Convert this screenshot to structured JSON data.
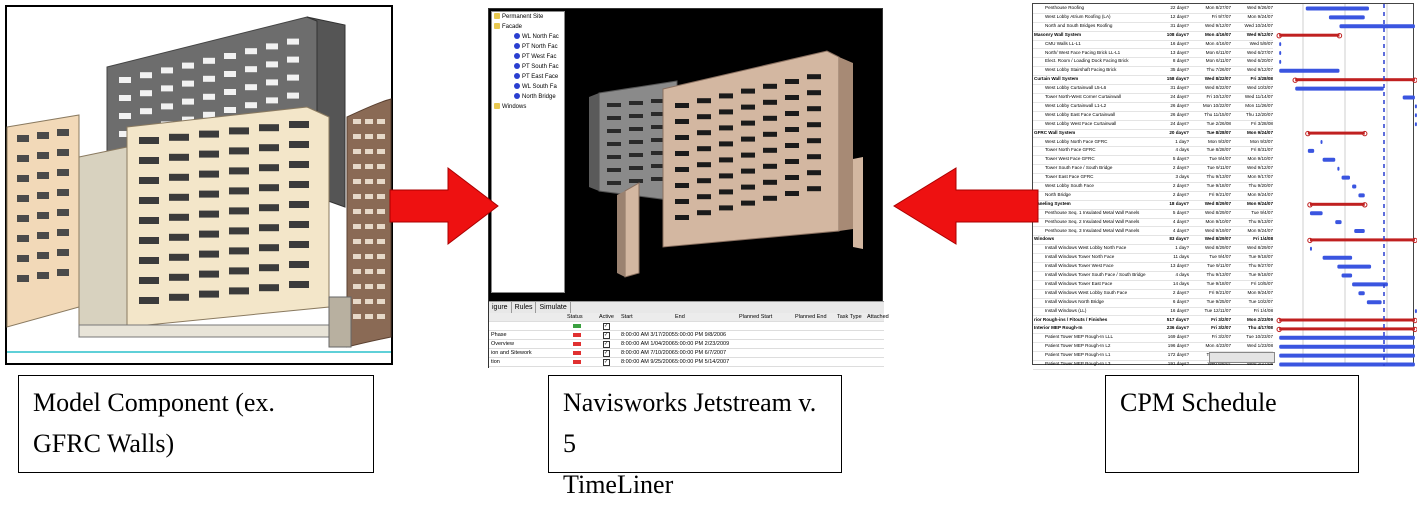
{
  "captions": {
    "model": {
      "line1": "Model Component (ex.",
      "line2": "GFRC Walls)"
    },
    "timeliner": {
      "line1": "Navisworks Jetstream v. 5",
      "line2": "TimeLiner"
    },
    "cpm": {
      "line1": "CPM Schedule"
    }
  },
  "timeliner": {
    "tree": [
      {
        "label": "Permanent Site",
        "level": 1
      },
      {
        "label": "Facade",
        "level": 1
      },
      {
        "label": "WL North Fac",
        "level": 3
      },
      {
        "label": "PT North Fac",
        "level": 3
      },
      {
        "label": "PT West Fac",
        "level": 3
      },
      {
        "label": "PT South Fac",
        "level": 3
      },
      {
        "label": "PT East Face",
        "level": 3
      },
      {
        "label": "WL South Fa",
        "level": 3
      },
      {
        "label": "North Bridge",
        "level": 3
      },
      {
        "label": "Windows",
        "level": 1
      }
    ],
    "tabs": [
      "igure",
      "Rules",
      "Simulate"
    ],
    "columns": [
      "Status",
      "Active",
      "Start",
      "End",
      "Planned Start",
      "Planned End",
      "Task Type",
      "Attached"
    ],
    "rows": [
      {
        "name": "",
        "start": "",
        "end": ""
      },
      {
        "name": "Phase",
        "start": "8:00:00 AM 3/17/2005",
        "end": "5:00:00 PM 9/8/2006"
      },
      {
        "name": "Overview",
        "start": "8:00:00 AM 1/04/2006",
        "end": "5:00:00 PM 2/23/2009"
      },
      {
        "name": "ion and Sitework",
        "start": "8:00:00 AM 7/10/2006",
        "end": "5:00:00 PM 6/7/2007"
      },
      {
        "name": "tion",
        "start": "8:00:00 AM 9/25/2006",
        "end": "5:00:00 PM 5/14/2007"
      }
    ],
    "colors": {
      "status_red": "#e03030",
      "status_green": "#3aa040"
    }
  },
  "cpm": {
    "rows": [
      {
        "name": "Penthouse Roofing",
        "dur": "22 days?",
        "start": "Mon 8/27/07",
        "finish": "Wed 9/26/07",
        "sum": false
      },
      {
        "name": "West Lobby Atrium Roofing (LA)",
        "dur": "12 days?",
        "start": "Fri 9/7/07",
        "finish": "Mon 9/24/07",
        "sum": false
      },
      {
        "name": "North and South Bridges Roofing",
        "dur": "31 days?",
        "start": "Wed 9/12/07",
        "finish": "Wed 10/24/07",
        "sum": false
      },
      {
        "name": "Masonry Wall System",
        "dur": "108 days?",
        "start": "Mon 4/16/07",
        "finish": "Wed 9/12/07",
        "sum": true
      },
      {
        "name": "CMU Walls LL-L1",
        "dur": "16 days?",
        "start": "Mon 4/16/07",
        "finish": "Wed 5/9/07",
        "sum": false
      },
      {
        "name": "North/ West Face Facing Brick LL-L1",
        "dur": "13 days?",
        "start": "Mon 6/11/07",
        "finish": "Wed 6/27/07",
        "sum": false
      },
      {
        "name": "Elect. Room / Loading Dock Facing Brick",
        "dur": "8 days?",
        "start": "Mon 6/11/07",
        "finish": "Wed 6/20/07",
        "sum": false
      },
      {
        "name": "West Lobby Stairshaft Facing Brick",
        "dur": "35 days?",
        "start": "Thu 7/26/07",
        "finish": "Wed 9/12/07",
        "sum": false
      },
      {
        "name": "Curtain Wall System",
        "dur": "158 days?",
        "start": "Wed 8/22/07",
        "finish": "Fri 3/28/08",
        "sum": true
      },
      {
        "name": "West Lobby Curtainwall L5-L6",
        "dur": "31 days?",
        "start": "Wed 8/22/07",
        "finish": "Wed 10/3/07",
        "sum": false
      },
      {
        "name": "Tower North-West Corner Curtainwall",
        "dur": "24 days?",
        "start": "Fri 10/12/07",
        "finish": "Wed 11/14/07",
        "sum": false
      },
      {
        "name": "West Lobby Curtainwall L1-L2",
        "dur": "26 days?",
        "start": "Mon 10/22/07",
        "finish": "Mon 11/26/07",
        "sum": false
      },
      {
        "name": "West Lobby East Face Curtainwall",
        "dur": "26 days?",
        "start": "Thu 11/15/07",
        "finish": "Thu 12/20/07",
        "sum": false
      },
      {
        "name": "West Lobby West Face Curtainwall",
        "dur": "24 days?",
        "start": "Tue 2/26/08",
        "finish": "Fri 3/28/08",
        "sum": false
      },
      {
        "name": "GFRC Wall System",
        "dur": "20 days?",
        "start": "Tue 8/28/07",
        "finish": "Mon 9/24/07",
        "sum": true
      },
      {
        "name": "West Lobby North Face GFRC",
        "dur": "1 day?",
        "start": "Mon 9/3/07",
        "finish": "Mon 9/3/07",
        "sum": false
      },
      {
        "name": "Tower North Face GFRC",
        "dur": "4 days",
        "start": "Tue 8/28/07",
        "finish": "Fri 8/31/07",
        "sum": false
      },
      {
        "name": "Tower West Face GFRC",
        "dur": "5 days?",
        "start": "Tue 9/4/07",
        "finish": "Mon 9/10/07",
        "sum": false
      },
      {
        "name": "Tower South Face / South Bridge",
        "dur": "2 days?",
        "start": "Tue 9/11/07",
        "finish": "Wed 9/12/07",
        "sum": false
      },
      {
        "name": "Tower East Face GFRC",
        "dur": "3 days",
        "start": "Thu 9/13/07",
        "finish": "Mon 9/17/07",
        "sum": false
      },
      {
        "name": "West Lobby South Face",
        "dur": "2 days?",
        "start": "Tue 9/18/07",
        "finish": "Thu 9/20/07",
        "sum": false
      },
      {
        "name": "North Bridge",
        "dur": "2 days?",
        "start": "Fri 9/21/07",
        "finish": "Mon 9/24/07",
        "sum": false
      },
      {
        "name": "Paneling System",
        "dur": "18 days?",
        "start": "Wed 8/29/07",
        "finish": "Mon 9/24/07",
        "sum": true
      },
      {
        "name": "Penthouse Seq. 1 Insulated Metal Wall Panels",
        "dur": "5 days?",
        "start": "Wed 8/29/07",
        "finish": "Tue 9/4/07",
        "sum": false
      },
      {
        "name": "Penthouse Seq. 2 Insulated Metal Wall Panels",
        "dur": "4 days?",
        "start": "Mon 9/10/07",
        "finish": "Thu 9/13/07",
        "sum": false
      },
      {
        "name": "Penthouse Seq. 3 Insulated Metal Wall Panels",
        "dur": "4 days?",
        "start": "Wed 9/19/07",
        "finish": "Mon 9/24/07",
        "sum": false
      },
      {
        "name": "Windows",
        "dur": "83 days?",
        "start": "Wed 8/29/07",
        "finish": "Fri 1/4/08",
        "sum": true
      },
      {
        "name": "Install Windows West Lobby North Face",
        "dur": "1 day?",
        "start": "Wed 8/29/07",
        "finish": "Wed 8/29/07",
        "sum": false
      },
      {
        "name": "Install Windows Tower North Face",
        "dur": "11 days",
        "start": "Tue 9/4/07",
        "finish": "Tue 9/18/07",
        "sum": false
      },
      {
        "name": "Install Windows Tower West Face",
        "dur": "13 days?",
        "start": "Tue 9/11/07",
        "finish": "Thu 9/27/07",
        "sum": false
      },
      {
        "name": "Install Windows Tower South Face / South Bridge",
        "dur": "4 days",
        "start": "Thu 9/13/07",
        "finish": "Tue 9/18/07",
        "sum": false
      },
      {
        "name": "Install Windows Tower East Face",
        "dur": "14 days",
        "start": "Tue 9/18/07",
        "finish": "Fri 10/5/07",
        "sum": false
      },
      {
        "name": "Install Windows West Lobby South Face",
        "dur": "2 days?",
        "start": "Fri 9/21/07",
        "finish": "Mon 9/24/07",
        "sum": false
      },
      {
        "name": "Install Windows North Bridge",
        "dur": "6 days?",
        "start": "Tue 9/25/07",
        "finish": "Tue 10/2/07",
        "sum": false
      },
      {
        "name": "Install Windows (LL)",
        "dur": "16 days?",
        "start": "Tue 12/11/07",
        "finish": "Fri 1/4/08",
        "sum": false
      },
      {
        "name": "rior Rough-ins / Fitouts / Finishes",
        "dur": "517 days?",
        "start": "Fri 3/2/07",
        "finish": "Mon 2/23/09",
        "sum": true
      },
      {
        "name": "Interior MEP Rough-In",
        "dur": "236 days?",
        "start": "Fri 3/2/07",
        "finish": "Thu 4/17/08",
        "sum": true
      },
      {
        "name": "Patient Tower MEP Rough-In LLL",
        "dur": "169 days?",
        "start": "Fri 3/2/07",
        "finish": "Tue 10/23/07",
        "sum": false
      },
      {
        "name": "Patient Tower MEP Rough-In L2",
        "dur": "196 days?",
        "start": "Mon 4/23/07",
        "finish": "Wed 1/23/08",
        "sum": false
      },
      {
        "name": "Patient Tower MEP Rough-In L1",
        "dur": "172 days?",
        "start": "Thu 4/26/07",
        "finish": "Fri 12/21/07",
        "sum": false
      },
      {
        "name": "Patient Tower MEP Rough-In L3",
        "dur": "191 days?",
        "start": "Wed 6/6/07",
        "finish": "Wed 2/27/08",
        "sum": false
      }
    ],
    "colors": {
      "bar": "#3a55e0",
      "summary": "#c02020",
      "dash": "#2a3fd0"
    }
  },
  "colors": {
    "arrow": "#ee1111"
  }
}
